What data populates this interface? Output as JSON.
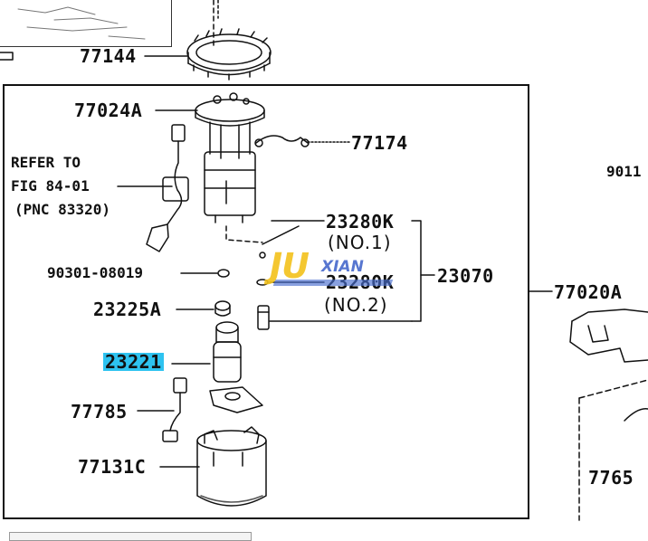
{
  "labels": {
    "p77144": "77144",
    "p77024A": "77024A",
    "p77174": "77174",
    "refer_line1": "REFER TO",
    "refer_line2": "FIG 84-01",
    "refer_line3": "(PNC 83320)",
    "p23280K_1": "23280K",
    "no1": "(NO.1)",
    "p23280K_2": "23280K",
    "no2": "(NO.2)",
    "p23070": "23070",
    "p90301": "90301-08019",
    "p23225A": "23225A",
    "p23221": "23221",
    "p77785": "77785",
    "p77131C": "77131C",
    "p77020A": "77020A",
    "p9011": "9011",
    "p7765": "7765"
  },
  "watermark": {
    "main": "JU",
    "sub": "XIAN"
  },
  "colors": {
    "line": "#111111",
    "highlight": "#2ec3f0",
    "watermark_yellow": "#f3c21b",
    "watermark_blue": "#3a5fc8"
  }
}
